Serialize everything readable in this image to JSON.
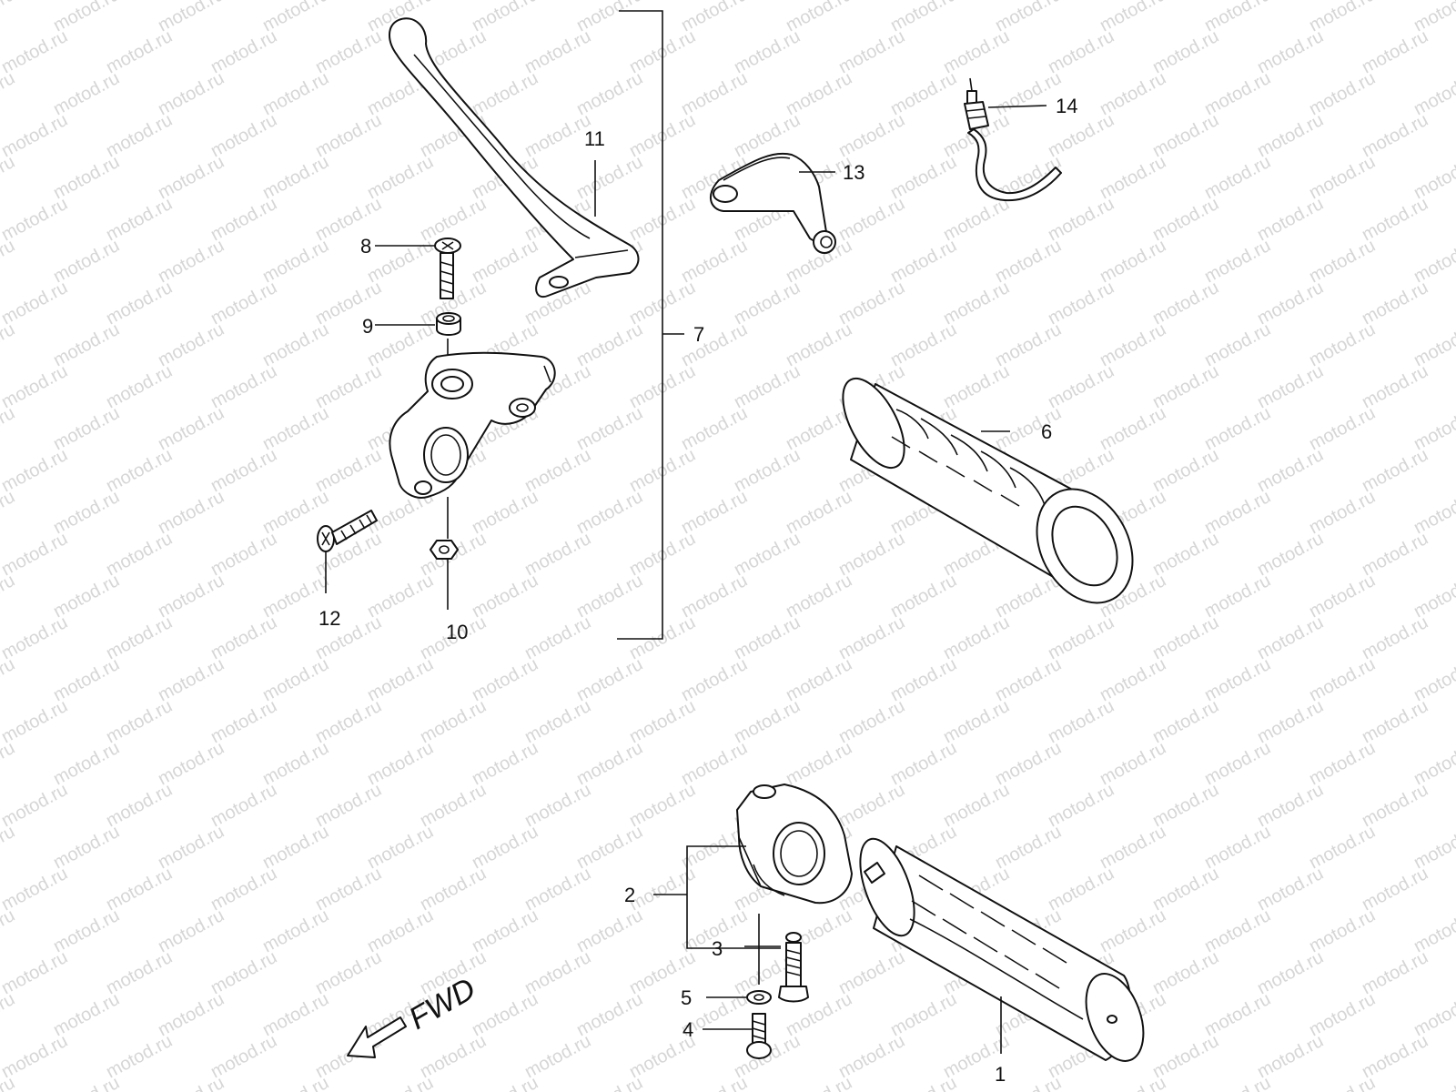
{
  "watermark": {
    "text": "motod.ru"
  },
  "callouts": {
    "c1": "1",
    "c2": "2",
    "c3": "3",
    "c4": "4",
    "c5": "5",
    "c6": "6",
    "c7": "7",
    "c8": "8",
    "c9": "9",
    "c10": "10",
    "c11": "11",
    "c12": "12",
    "c13": "13",
    "c14": "14"
  },
  "direction": {
    "label": "FWD"
  }
}
